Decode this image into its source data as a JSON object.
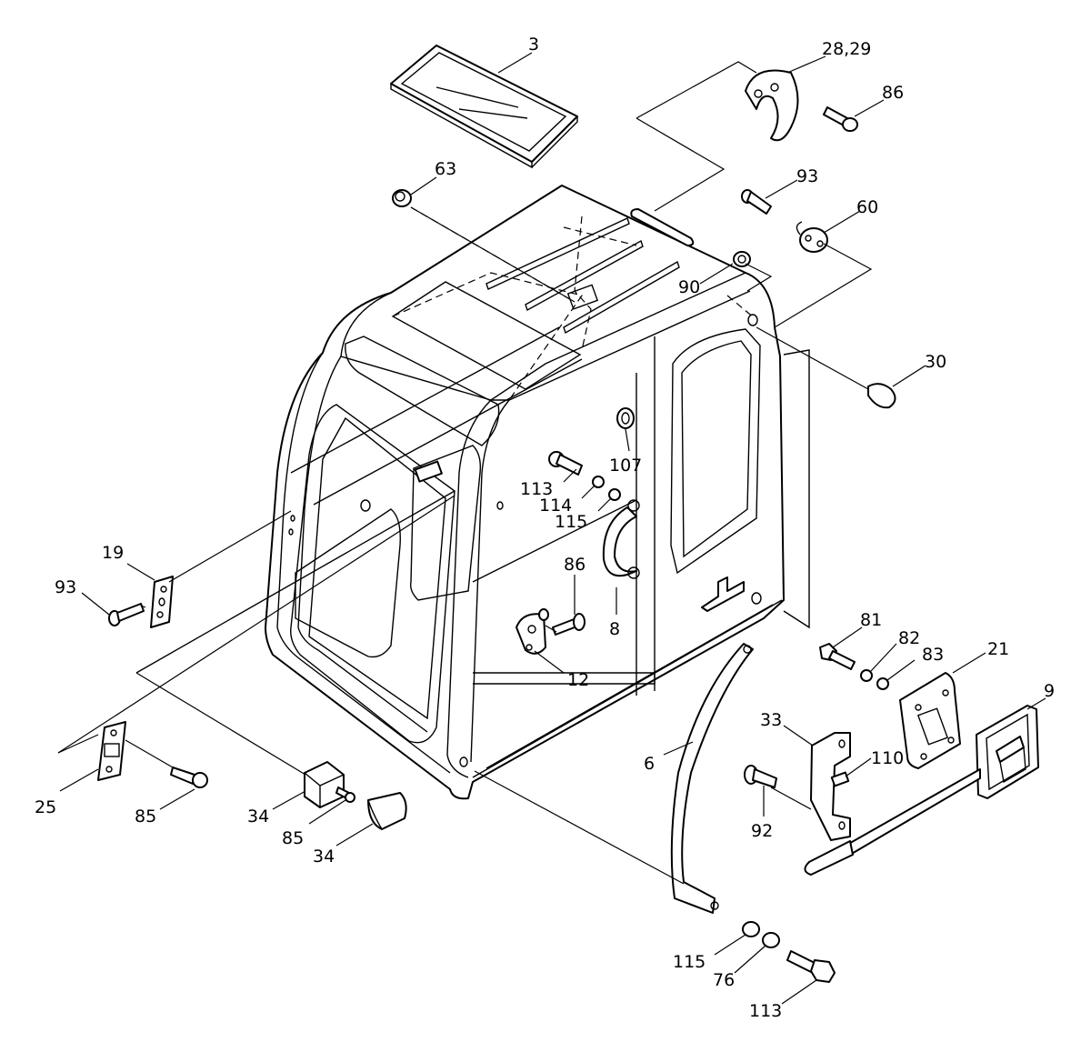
{
  "callouts": [
    {
      "id": "c3",
      "label": "3"
    },
    {
      "id": "c2829",
      "label": "28,29"
    },
    {
      "id": "c86a",
      "label": "86"
    },
    {
      "id": "c63",
      "label": "63"
    },
    {
      "id": "c93a",
      "label": "93"
    },
    {
      "id": "c60",
      "label": "60"
    },
    {
      "id": "c90",
      "label": "90"
    },
    {
      "id": "c30",
      "label": "30"
    },
    {
      "id": "c107",
      "label": "107"
    },
    {
      "id": "c113a",
      "label": "113"
    },
    {
      "id": "c114",
      "label": "114"
    },
    {
      "id": "c115a",
      "label": "115"
    },
    {
      "id": "c19",
      "label": "19"
    },
    {
      "id": "c93b",
      "label": "93"
    },
    {
      "id": "c86b",
      "label": "86"
    },
    {
      "id": "c8",
      "label": "8"
    },
    {
      "id": "c12",
      "label": "12"
    },
    {
      "id": "c81",
      "label": "81"
    },
    {
      "id": "c82",
      "label": "82"
    },
    {
      "id": "c83",
      "label": "83"
    },
    {
      "id": "c21",
      "label": "21"
    },
    {
      "id": "c9",
      "label": "9"
    },
    {
      "id": "c33",
      "label": "33"
    },
    {
      "id": "c110",
      "label": "110"
    },
    {
      "id": "c6",
      "label": "6"
    },
    {
      "id": "c92",
      "label": "92"
    },
    {
      "id": "c25",
      "label": "25"
    },
    {
      "id": "c85a",
      "label": "85"
    },
    {
      "id": "c34a",
      "label": "34"
    },
    {
      "id": "c85b",
      "label": "85"
    },
    {
      "id": "c34b",
      "label": "34"
    },
    {
      "id": "c115b",
      "label": "115"
    },
    {
      "id": "c76",
      "label": "76"
    },
    {
      "id": "c113b",
      "label": "113"
    }
  ]
}
